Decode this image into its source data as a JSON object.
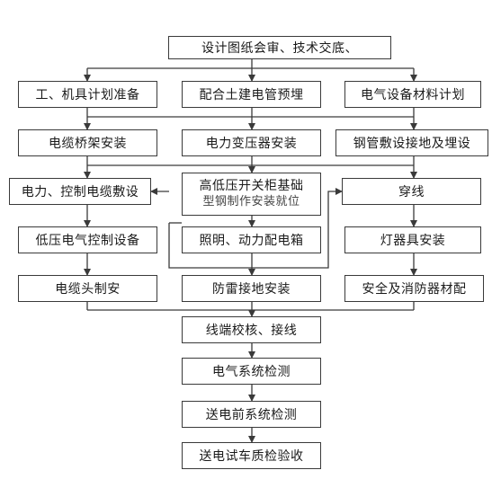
{
  "nodes": {
    "n_review": "设计图纸会审、技术交底、",
    "n_tools": "工、机具计划准备",
    "n_conduit": "配合土建电管预埋",
    "n_material": "电气设备材料计划",
    "n_tray": "电缆桥架安装",
    "n_transformer": "电力变压器安装",
    "n_steel": "钢管敷设接地及埋设",
    "n_cable": "电力、控制电缆敷设",
    "n_switchgear_1": "高低压开关柜基础",
    "n_switchgear_2": "型钢制作安装就位",
    "n_threading": "穿线",
    "n_lv_control": "低压电气控制设备",
    "n_lighting_box": "照明、动力配电箱",
    "n_lamps": "灯器具安装",
    "n_cable_head": "电缆头制安",
    "n_lightning": "防雷接地安装",
    "n_fire": "安全及消防器材配",
    "n_terminal": "线端校核、接线",
    "n_system_test": "电气系统检测",
    "n_pre_power": "送电前系统检测",
    "n_acceptance": "送电试车质检验收"
  },
  "colors": {
    "line": "#3a3a3a",
    "box_border": "#3a3a3a"
  }
}
